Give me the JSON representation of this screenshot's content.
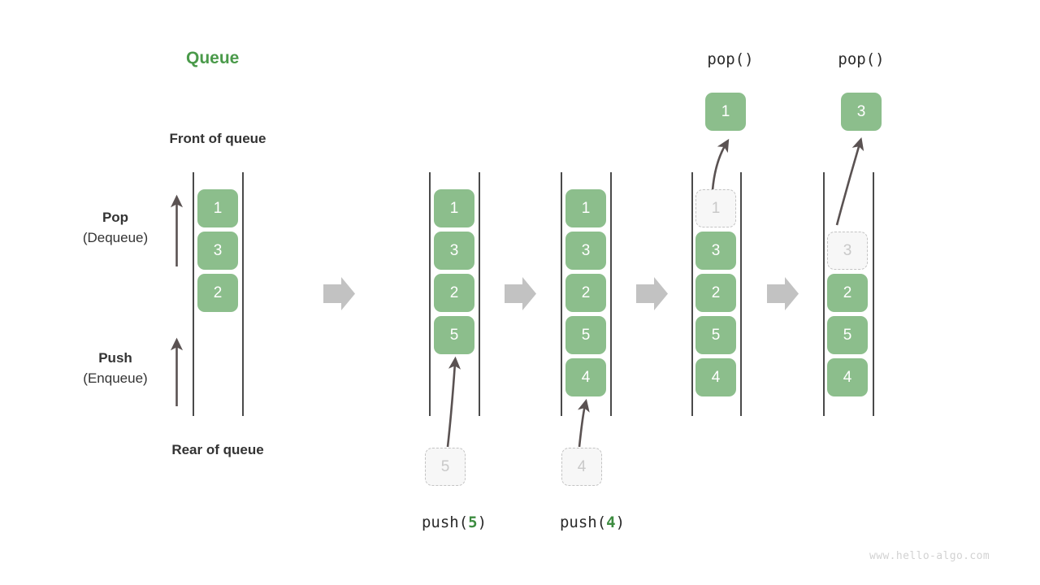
{
  "diagram": {
    "title": "Queue",
    "front_label": "Front of queue",
    "rear_label": "Rear of queue",
    "pop_label_line1": "Pop",
    "pop_label_line2": "(Dequeue)",
    "push_label_line1": "Push",
    "push_label_line2": "(Enqueue)",
    "watermark": "www.hello-algo.com",
    "colors": {
      "element_fill": "#8cbe8c",
      "element_text": "#ffffff",
      "ghost_fill": "#f7f7f7",
      "ghost_border": "#c4c4c4",
      "ghost_text": "#c9c9c9",
      "rail": "#4a4a4a",
      "arrow_gray": "#c2c2c2",
      "arrow_dark": "#5a5252",
      "title_green": "#4a9a4a",
      "accent_green": "#3d8c40",
      "text_dark": "#333333",
      "watermark": "#d2d2d2"
    },
    "stages": [
      {
        "name": "initial",
        "caption": "",
        "elements": [
          "1",
          "3",
          "2"
        ],
        "ghost_in_queue": null,
        "incoming": null,
        "popped": null
      },
      {
        "name": "push-5",
        "caption": "push(5)",
        "caption_prefix": "push(",
        "caption_number": "5",
        "caption_suffix": ")",
        "elements": [
          "1",
          "3",
          "2",
          "5"
        ],
        "ghost_in_queue": null,
        "incoming": "5",
        "popped": null
      },
      {
        "name": "push-4",
        "caption": "push(4)",
        "caption_prefix": "push(",
        "caption_number": "4",
        "caption_suffix": ")",
        "elements": [
          "1",
          "3",
          "2",
          "5",
          "4"
        ],
        "ghost_in_queue": null,
        "incoming": "4",
        "popped": null
      },
      {
        "name": "pop-1",
        "caption": "pop()",
        "elements": [
          "3",
          "2",
          "5",
          "4"
        ],
        "ghost_in_queue": "1",
        "incoming": null,
        "popped": "1"
      },
      {
        "name": "pop-3",
        "caption": "pop()",
        "elements": [
          "2",
          "5",
          "4"
        ],
        "ghost_in_queue": "3",
        "incoming": null,
        "popped": "3"
      }
    ],
    "transition_arrows": 4
  }
}
